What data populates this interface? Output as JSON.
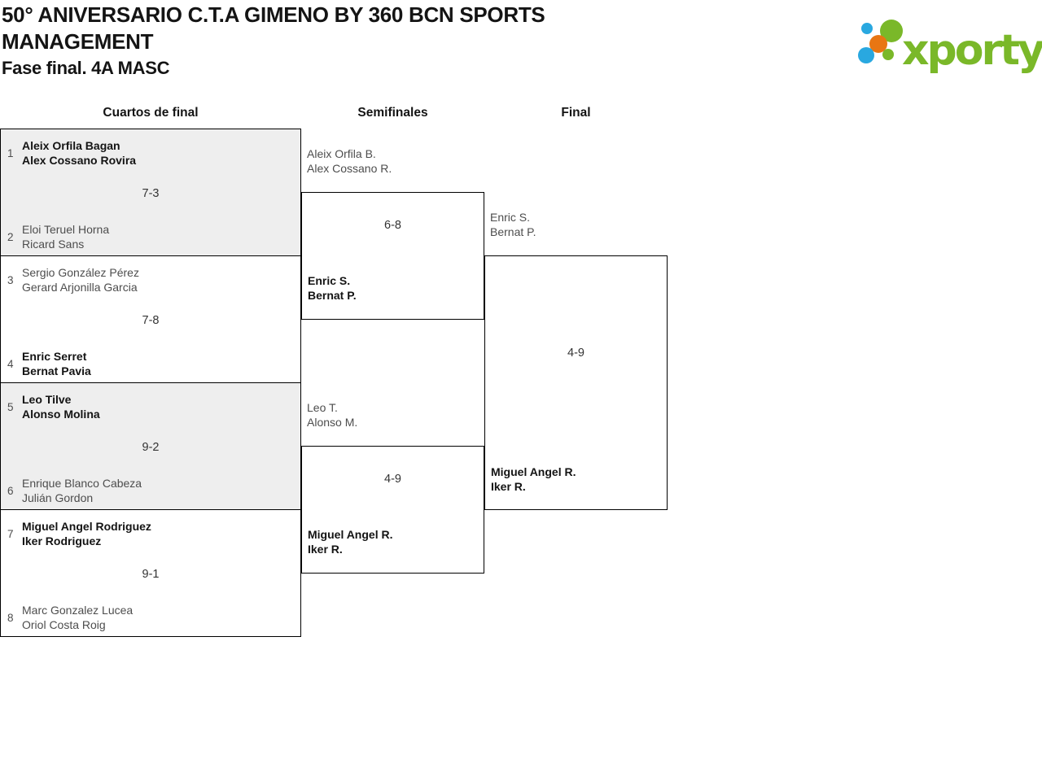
{
  "header": {
    "title": "50° ANIVERSARIO C.T.A GIMENO BY 360 BCN SPORTS MANAGEMENT",
    "subtitle": "Fase final. 4A MASC"
  },
  "logo": {
    "wordmark": "xporty",
    "colors": {
      "green": "#7ab829",
      "blue": "#29a8e0",
      "orange": "#e87613"
    }
  },
  "columns": {
    "round1": "Cuartos de final",
    "round2": "Semifinales",
    "round3": "Final"
  },
  "colors": {
    "shaded_box": "#eeeeee",
    "border": "#000000",
    "winner_text": "#141414",
    "muted_text": "#4d4d4d"
  },
  "bracket": {
    "quarterfinals": [
      {
        "seed_top": "1",
        "team_top": [
          "Aleix Orfila Bagan",
          "Alex Cossano Rovira"
        ],
        "top_winner": true,
        "score": "7-3",
        "seed_bottom": "2",
        "team_bottom": [
          "Eloi Teruel Horna",
          "Ricard Sans"
        ],
        "bottom_winner": false
      },
      {
        "seed_top": "3",
        "team_top": [
          "Sergio González Pérez",
          "Gerard Arjonilla Garcia"
        ],
        "top_winner": false,
        "score": "7-8",
        "seed_bottom": "4",
        "team_bottom": [
          "Enric Serret",
          "Bernat Pavia"
        ],
        "bottom_winner": true
      },
      {
        "seed_top": "5",
        "team_top": [
          "Leo Tilve",
          "Alonso Molina"
        ],
        "top_winner": true,
        "score": "9-2",
        "seed_bottom": "6",
        "team_bottom": [
          "Enrique Blanco Cabeza",
          "Julián Gordon"
        ],
        "bottom_winner": false
      },
      {
        "seed_top": "7",
        "team_top": [
          "Miguel Angel Rodriguez",
          "Iker Rodriguez"
        ],
        "top_winner": true,
        "score": "9-1",
        "seed_bottom": "8",
        "team_bottom": [
          "Marc Gonzalez Lucea",
          "Oriol Costa Roig"
        ],
        "bottom_winner": false
      }
    ],
    "semifinals": [
      {
        "team_top": [
          "Aleix Orfila B.",
          "Alex Cossano R."
        ],
        "top_winner": false,
        "score": "6-8",
        "team_bottom": [
          "Enric S.",
          "Bernat P."
        ],
        "bottom_winner": true
      },
      {
        "team_top": [
          "Leo T.",
          "Alonso M."
        ],
        "top_winner": false,
        "score": "4-9",
        "team_bottom": [
          "Miguel Angel R.",
          "Iker R."
        ],
        "bottom_winner": true
      }
    ],
    "final": {
      "team_top": [
        "Enric S.",
        "Bernat P."
      ],
      "top_winner": false,
      "score": "4-9",
      "team_bottom": [
        "Miguel Angel R.",
        "Iker R."
      ],
      "bottom_winner": true
    }
  }
}
